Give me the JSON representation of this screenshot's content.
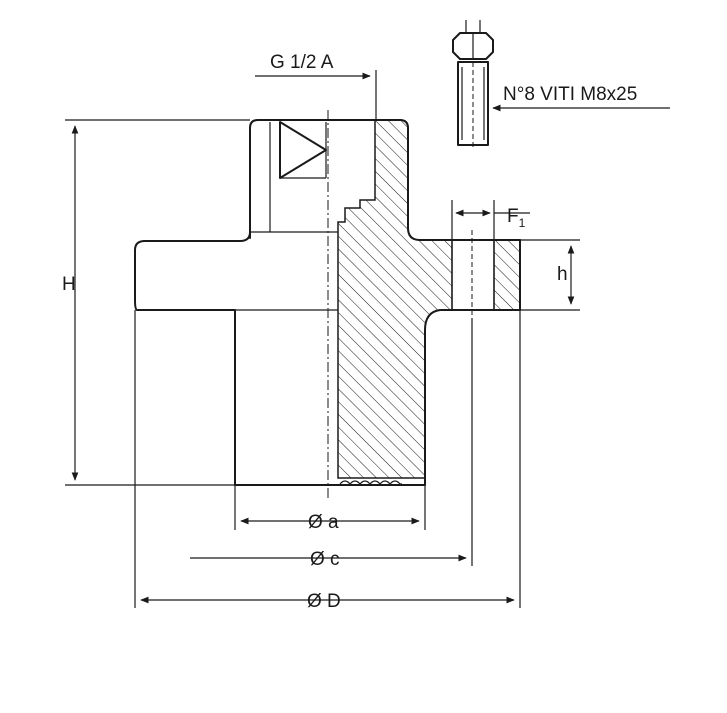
{
  "labels": {
    "thread": "G 1/2 A",
    "screws": "N°8 VITI M8x25",
    "height": "H",
    "flange_thickness": "h",
    "f_main": "F",
    "f_sub": "1",
    "dia_a": "Ø a",
    "dia_c": "Ø c",
    "dia_D": "Ø D"
  },
  "colors": {
    "line": "#1a1a1a",
    "background": "#ffffff"
  }
}
